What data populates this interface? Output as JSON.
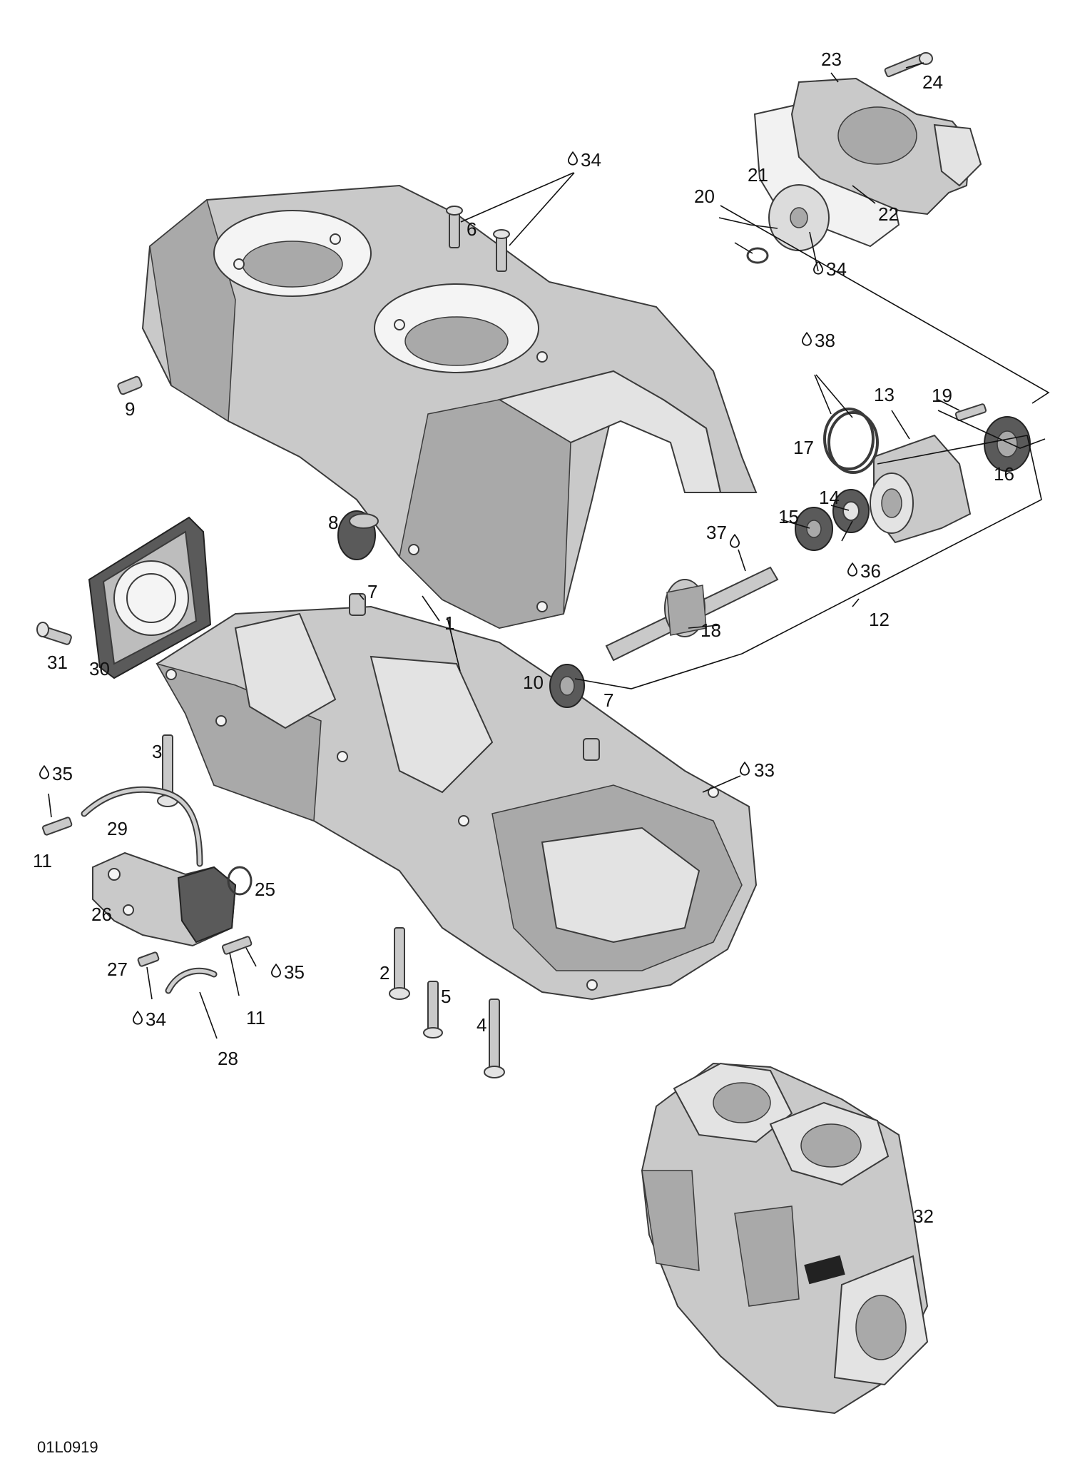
{
  "diagram_code": "01L0919",
  "callouts": [
    {
      "id": "c1",
      "text": "1"
    },
    {
      "id": "c2",
      "text": "2"
    },
    {
      "id": "c3",
      "text": "3"
    },
    {
      "id": "c4",
      "text": "4"
    },
    {
      "id": "c5",
      "text": "5"
    },
    {
      "id": "c6",
      "text": "6"
    },
    {
      "id": "c7a",
      "text": "7"
    },
    {
      "id": "c7b",
      "text": "7"
    },
    {
      "id": "c8",
      "text": "8"
    },
    {
      "id": "c9",
      "text": "9"
    },
    {
      "id": "c10",
      "text": "10"
    },
    {
      "id": "c11a",
      "text": "11"
    },
    {
      "id": "c11b",
      "text": "11"
    },
    {
      "id": "c12",
      "text": "12"
    },
    {
      "id": "c13",
      "text": "13"
    },
    {
      "id": "c14",
      "text": "14"
    },
    {
      "id": "c15",
      "text": "15"
    },
    {
      "id": "c16",
      "text": "16"
    },
    {
      "id": "c17",
      "text": "17"
    },
    {
      "id": "c18",
      "text": "18"
    },
    {
      "id": "c19",
      "text": "19"
    },
    {
      "id": "c20",
      "text": "20"
    },
    {
      "id": "c21",
      "text": "21"
    },
    {
      "id": "c22",
      "text": "22"
    },
    {
      "id": "c23",
      "text": "23"
    },
    {
      "id": "c24",
      "text": "24"
    },
    {
      "id": "c25",
      "text": "25"
    },
    {
      "id": "c26",
      "text": "26"
    },
    {
      "id": "c27",
      "text": "27"
    },
    {
      "id": "c28",
      "text": "28"
    },
    {
      "id": "c29",
      "text": "29"
    },
    {
      "id": "c30",
      "text": "30"
    },
    {
      "id": "c31",
      "text": "31"
    },
    {
      "id": "c32",
      "text": "32"
    },
    {
      "id": "c33",
      "text": "33"
    },
    {
      "id": "c34a",
      "text": "34"
    },
    {
      "id": "c34b",
      "text": "34"
    },
    {
      "id": "c34c",
      "text": "34"
    },
    {
      "id": "c35a",
      "text": "35"
    },
    {
      "id": "c35b",
      "text": "35"
    },
    {
      "id": "c36",
      "text": "36"
    },
    {
      "id": "c37",
      "text": "37"
    },
    {
      "id": "c38",
      "text": "38"
    }
  ],
  "icons": {
    "drop": "lubricant-drop-icon"
  }
}
